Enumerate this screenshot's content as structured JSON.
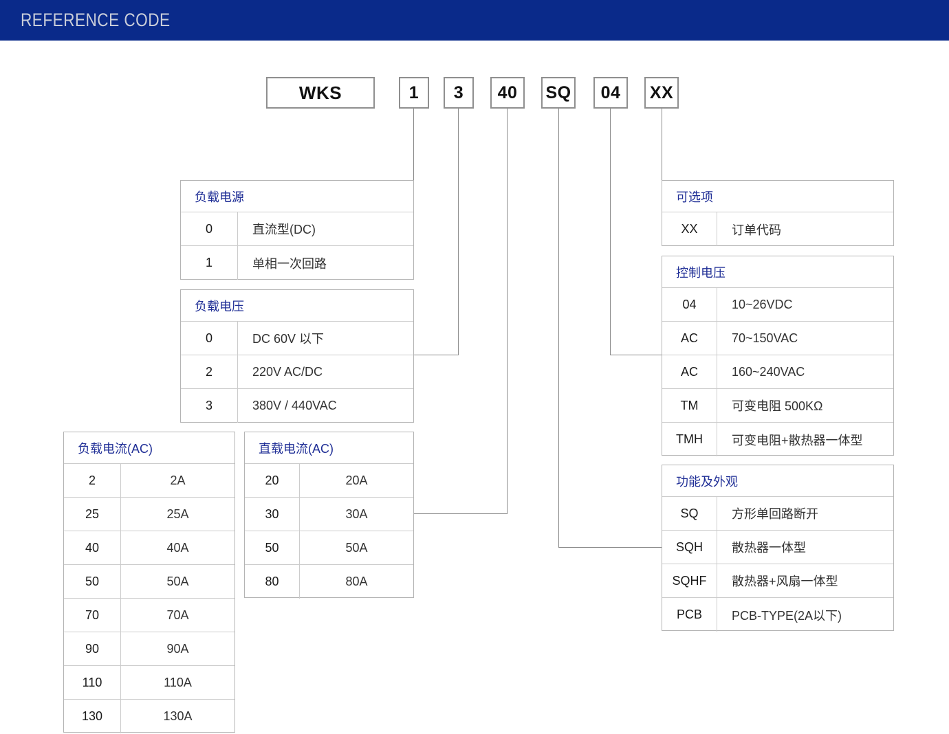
{
  "banner": {
    "title": "REFERENCE CODE"
  },
  "code_boxes": [
    {
      "label": "WKS"
    },
    {
      "label": "1"
    },
    {
      "label": "3"
    },
    {
      "label": "40"
    },
    {
      "label": "SQ"
    },
    {
      "label": "04"
    },
    {
      "label": "XX"
    }
  ],
  "tables": [
    {
      "id": "load-power",
      "title": "负载电源",
      "rows": [
        {
          "code": "0",
          "desc": "直流型(DC)"
        },
        {
          "code": "1",
          "desc": "单相一次回路"
        }
      ]
    },
    {
      "id": "load-voltage",
      "title": "负载电压",
      "rows": [
        {
          "code": "0",
          "desc": "DC 60V 以下"
        },
        {
          "code": "2",
          "desc": "220V AC/DC"
        },
        {
          "code": "3",
          "desc": "380V / 440VAC"
        }
      ]
    },
    {
      "id": "load-current",
      "title": "负载电流(AC)",
      "rows": [
        {
          "code": "2",
          "desc": "2A"
        },
        {
          "code": "25",
          "desc": "25A"
        },
        {
          "code": "40",
          "desc": "40A"
        },
        {
          "code": "50",
          "desc": "50A"
        },
        {
          "code": "70",
          "desc": "70A"
        },
        {
          "code": "90",
          "desc": "90A"
        },
        {
          "code": "110",
          "desc": "110A"
        },
        {
          "code": "130",
          "desc": "130A"
        }
      ]
    },
    {
      "id": "direct-current",
      "title": "直载电流(AC)",
      "rows": [
        {
          "code": "20",
          "desc": "20A"
        },
        {
          "code": "30",
          "desc": "30A"
        },
        {
          "code": "50",
          "desc": "50A"
        },
        {
          "code": "80",
          "desc": "80A"
        }
      ]
    },
    {
      "id": "options",
      "title": "可选项",
      "rows": [
        {
          "code": "XX",
          "desc": "订单代码"
        }
      ]
    },
    {
      "id": "control-voltage",
      "title": "控制电压",
      "rows": [
        {
          "code": "04",
          "desc": "10~26VDC"
        },
        {
          "code": "AC",
          "desc": "70~150VAC"
        },
        {
          "code": "AC",
          "desc": "160~240VAC"
        },
        {
          "code": "TM",
          "desc": "可变电阻 500KΩ"
        },
        {
          "code": "TMH",
          "desc": "可变电阻+散热器一体型"
        }
      ]
    },
    {
      "id": "function-appearance",
      "title": "功能及外观",
      "rows": [
        {
          "code": "SQ",
          "desc": "方形单回路断开"
        },
        {
          "code": "SQH",
          "desc": "散热器一体型"
        },
        {
          "code": "SQHF",
          "desc": "散热器+风扇一体型"
        },
        {
          "code": "PCB",
          "desc": "PCB-TYPE(2A以下)"
        }
      ]
    }
  ],
  "colors": {
    "banner_bg": "#0a2a8a",
    "banner_text": "#c9cdd9",
    "table_title_text": "#1f2e96",
    "box_border": "#8f8f8f",
    "connector_line": "#8a8a8a",
    "table_border": "#b4b4b4"
  }
}
